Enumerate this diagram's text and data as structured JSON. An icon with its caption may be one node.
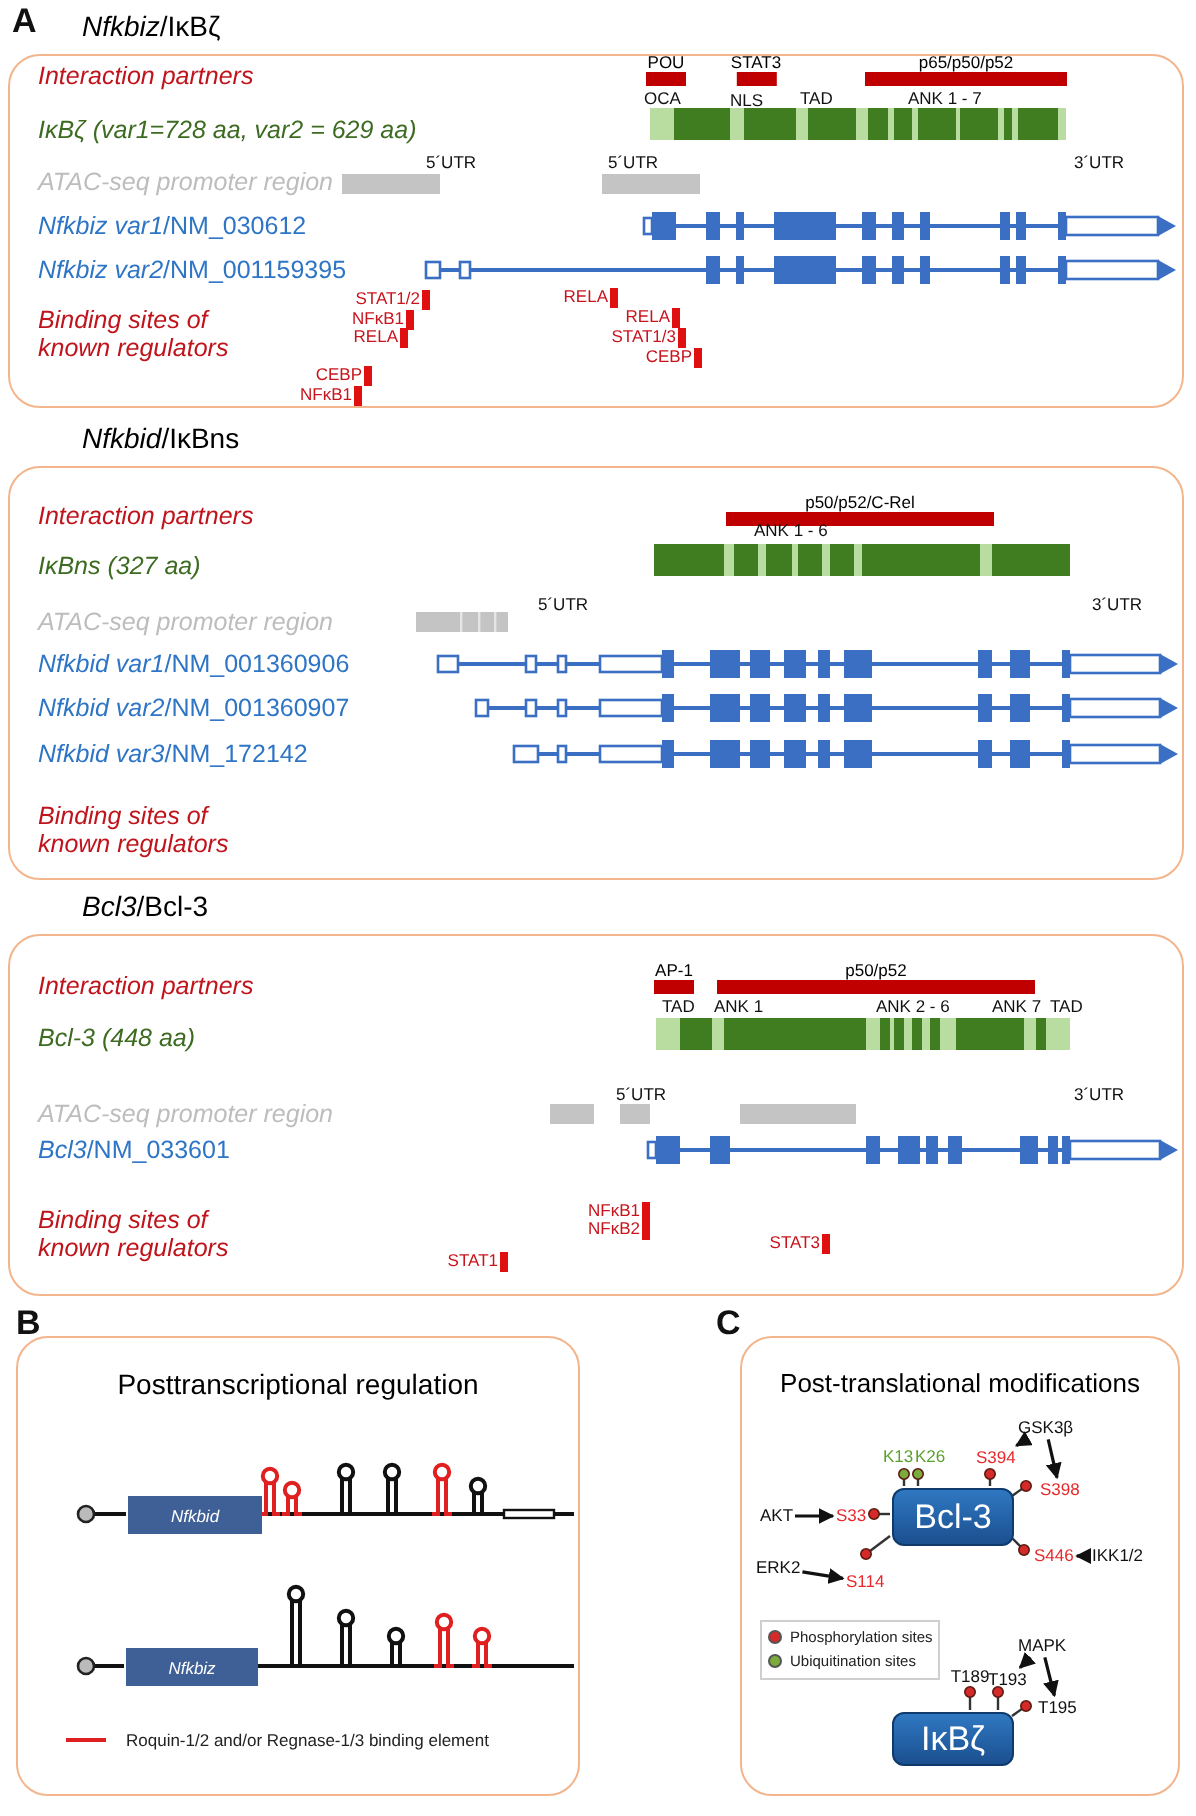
{
  "diagram": {
    "nodes": [
      {
        "text": [
          "*Nfkbiz*/IκBζ"
        ]
      },
      {
        "text": [
          "POU"
        ],
        "in": 0
      },
      {
        "text": [
          "STAT3"
        ],
        "in": 0
      },
      {
        "text": [
          "p65/p50/p52"
        ],
        "in": 0
      },
      {
        "text": [
          "*Nfkbid*/IκBns"
        ]
      },
      {
        "text": [
          "p50/p52/C-Rel"
        ],
        "in": 4
      },
      {
        "text": [
          "*Bcl3*/Bcl-3"
        ]
      },
      {
        "text": [
          "AP-1"
        ],
        "in": 6
      },
      {
        "text": [
          "p50/p52"
        ],
        "in": 6
      },
      {
        "text": [
          "Posttranscriptional regulation"
        ]
      },
      {
        "text": [
          "Nfkbid"
        ],
        "in": 9
      },
      {
        "text": [
          "Nfkbiz"
        ],
        "in": 9
      },
      {
        "text": [
          "Post-translational modifications"
        ]
      },
      {
        "text": [
          "Bcl-3"
        ],
        "in": 12
      },
      {
        "text": [
          "IκBζ"
        ],
        "in": 12
      },
      {
        "text": [
          "AKT"
        ],
        "in": 12
      },
      {
        "text": [
          "S33"
        ],
        "in": 12
      },
      {
        "text": [
          "ERK2"
        ],
        "in": 12
      },
      {
        "text": [
          "S114"
        ],
        "in": 12
      },
      {
        "text": [
          "GSK3β"
        ],
        "in": 12
      },
      {
        "text": [
          "S394"
        ],
        "in": 12
      },
      {
        "text": [
          "S398"
        ],
        "in": 12
      },
      {
        "text": [
          "IKK1/2"
        ],
        "in": 12
      },
      {
        "text": [
          "S446"
        ],
        "in": 12
      },
      {
        "text": [
          "MAPK"
        ],
        "in": 12
      },
      {
        "text": [
          "T193"
        ],
        "in": 12
      },
      {
        "text": [
          "T195"
        ],
        "in": 12
      }
    ],
    "edges": [
      {
        "from": 15,
        "to": 16,
        "arrow": "to"
      },
      {
        "from": 17,
        "to": 18,
        "arrow": "to"
      },
      {
        "from": 19,
        "to": 20,
        "arrow": "to"
      },
      {
        "from": 19,
        "to": 21,
        "arrow": "to"
      },
      {
        "from": 22,
        "to": 23,
        "arrow": "to"
      },
      {
        "from": 24,
        "to": 25,
        "arrow": "to"
      },
      {
        "from": 24,
        "to": 26,
        "arrow": "to"
      }
    ],
    "labels": [
      "A",
      "Interaction partners",
      "OCA",
      "NLS",
      "TAD",
      "ANK 1 - 7",
      "IκBζ (var1=728 aa, var2 = 629 aa)",
      "5´UTR",
      "5´UTR",
      "3´UTR",
      "ATAC-seq promoter region",
      "*Nfkbiz var1*/NM_030612",
      "*Nfkbiz var2*/NM_001159395",
      "Binding sites of known regulators",
      "STAT1/2",
      "NFκB1",
      "RELA",
      "CEBP",
      "NFκB1",
      "RELA",
      "RELA",
      "STAT1/3",
      "CEBP",
      "Interaction partners",
      "ANK 1 - 6",
      "IκBns (327 aa)",
      "5´UTR",
      "3´UTR",
      "ATAC-seq promoter region",
      "*Nfkbid var1*/NM_001360906",
      "*Nfkbid var2*/NM_001360907",
      "*Nfkbid var3*/NM_172142",
      "Binding sites of known regulators",
      "Interaction partners",
      "TAD",
      "ANK 1",
      "ANK 2 - 6",
      "ANK 7",
      "TAD",
      "Bcl-3 (448 aa)",
      "5´UTR",
      "3´UTR",
      "ATAC-seq promoter region",
      "*Bcl3*/NM_033601",
      "Binding sites of known regulators",
      "NFκB1",
      "NFκB2",
      "STAT3",
      "STAT1",
      "B",
      "C",
      "K13",
      "K26",
      "T189"
    ],
    "legend": [
      {
        "text": "Roquin-1/2 and/or Regnase-1/3 binding element"
      },
      {
        "text": "Phosphorylation sites",
        "color": "#d42a2a"
      },
      {
        "text": "Ubiquitination sites",
        "color": "#7aab3c"
      }
    ]
  }
}
